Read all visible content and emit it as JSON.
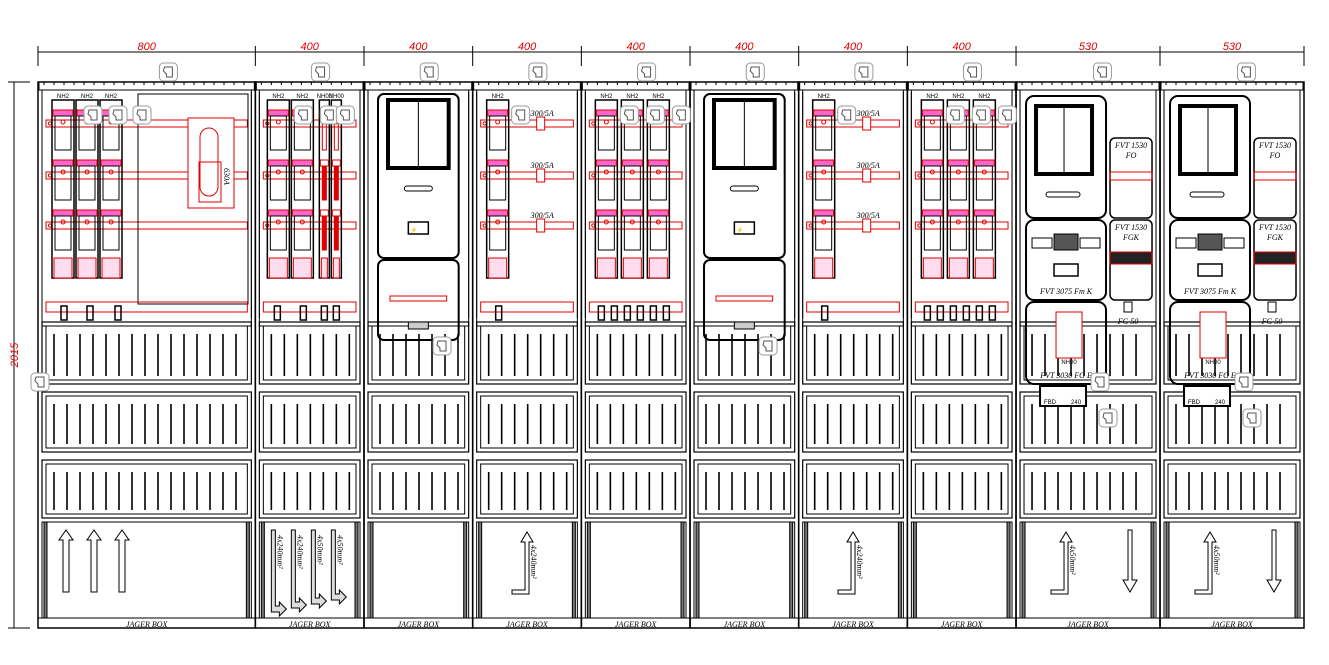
{
  "drawing": {
    "total_height_label": "2015",
    "total_height_mm": 2015,
    "base_label": "JAGER BOX",
    "colors": {
      "line": "#000000",
      "equipment": "#e00000",
      "marker": "#9a9a9a"
    },
    "columns": [
      {
        "width_mm": 800,
        "width_label": "800",
        "type": "main-switch",
        "fuse_labels": [
          "NH2",
          "NH2",
          "NH2"
        ],
        "switch_label": "630A",
        "cables": [
          {
            "dir": "up"
          },
          {
            "dir": "up"
          },
          {
            "dir": "up"
          }
        ]
      },
      {
        "width_mm": 400,
        "width_label": "400",
        "type": "outgoing-mixed",
        "fuse_labels": [
          "NH2",
          "NH2",
          "NH00",
          "NH00"
        ],
        "cables": [
          {
            "dir": "down-right",
            "label": "4x240mm²"
          },
          {
            "dir": "down-right",
            "label": "4x240mm²"
          },
          {
            "dir": "down-right",
            "label": "4x50mm²"
          },
          {
            "dir": "down-right",
            "label": "4x50mm²"
          }
        ]
      },
      {
        "width_mm": 400,
        "width_label": "400",
        "type": "meter",
        "cables": []
      },
      {
        "width_mm": 400,
        "width_label": "400",
        "type": "current-transformer",
        "ct_labels": [
          "300/5A",
          "300/5A",
          "300/5A"
        ],
        "cables": [
          {
            "dir": "up-left",
            "label": "4x240mm²"
          }
        ]
      },
      {
        "width_mm": 400,
        "width_label": "400",
        "type": "outgoing",
        "fuse_labels": [
          "NH2",
          "NH2",
          "NH2"
        ],
        "cables": []
      },
      {
        "width_mm": 400,
        "width_label": "400",
        "type": "meter",
        "cables": []
      },
      {
        "width_mm": 400,
        "width_label": "400",
        "type": "current-transformer",
        "ct_labels": [
          "300/5A",
          "300/5A",
          "300/5A"
        ],
        "cables": [
          {
            "dir": "up-left",
            "label": "4x240mm²"
          }
        ]
      },
      {
        "width_mm": 400,
        "width_label": "400",
        "type": "outgoing",
        "fuse_labels": [
          "NH2",
          "NH2",
          "NH2"
        ],
        "cables": []
      },
      {
        "width_mm": 530,
        "width_label": "530",
        "type": "fvt",
        "fvt": {
          "top_right": [
            "FVT 1530",
            "FO"
          ],
          "mid_right": [
            "FVT 1530",
            "FGK"
          ],
          "mid_left": "FVT 3075 Fm K",
          "bottom_left": "FVT 3030 FO E",
          "gland": "FG 50",
          "fuse": "NH00",
          "cable_tag": [
            "FBD",
            "240"
          ]
        },
        "cables": [
          {
            "dir": "up-left",
            "label": "4x50mm²"
          },
          {
            "dir": "down"
          }
        ]
      },
      {
        "width_mm": 530,
        "width_label": "530",
        "type": "fvt",
        "fvt": {
          "top_right": [
            "FVT 1530",
            "FO"
          ],
          "mid_right": [
            "FVT 1530",
            "FGK"
          ],
          "mid_left": "FVT 3075 Fm K",
          "bottom_left": "FVT 3030 FO E",
          "gland": "FG 50",
          "fuse": "NH00",
          "cable_tag": [
            "FBD",
            "240"
          ]
        },
        "cables": [
          {
            "dir": "up-left",
            "label": "4x50mm²"
          },
          {
            "dir": "down"
          }
        ]
      }
    ]
  }
}
